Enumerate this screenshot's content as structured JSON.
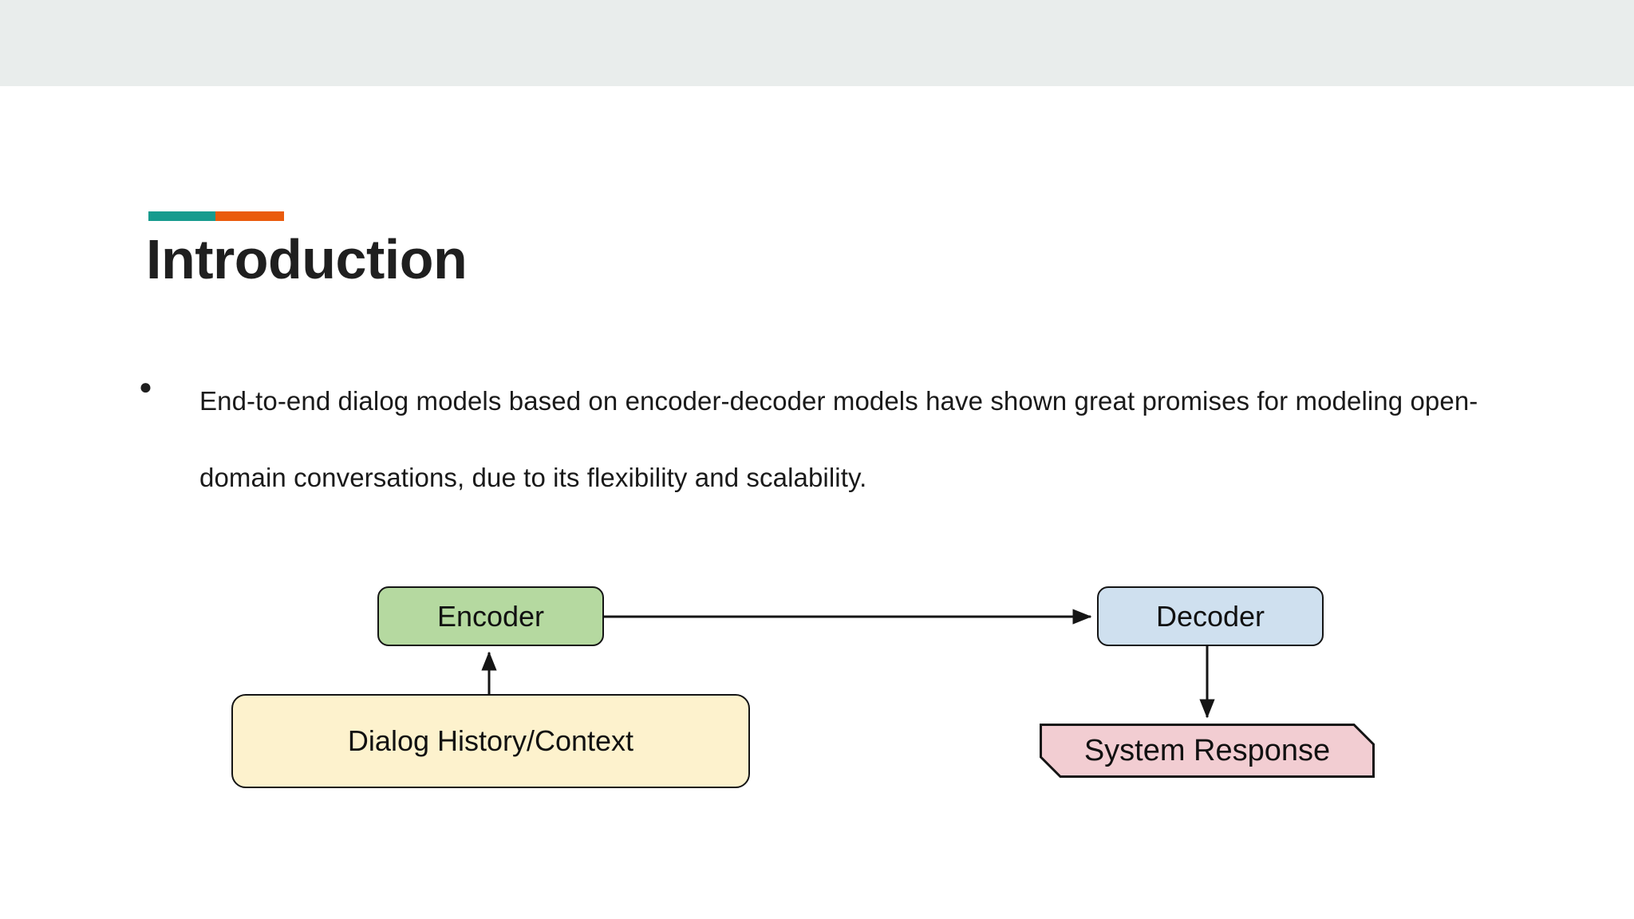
{
  "slide": {
    "title": "Introduction",
    "accent_colors": {
      "teal": "#179b8e",
      "orange": "#ea5b0c",
      "top_band": "#e9edec"
    }
  },
  "body": {
    "bullets": [
      {
        "marker": "●",
        "text": "End-to-end dialog models based on encoder-decoder models have shown great promises for modeling open-domain conversations, due to its flexibility and scalability."
      }
    ]
  },
  "diagram": {
    "nodes": [
      {
        "id": "encoder",
        "label": "Encoder",
        "fill": "#b5d9a0",
        "shape": "rounded-rect"
      },
      {
        "id": "decoder",
        "label": "Decoder",
        "fill": "#cfe0ef",
        "shape": "rounded-rect"
      },
      {
        "id": "dialog",
        "label": "Dialog History/Context",
        "fill": "#fdf2cd",
        "shape": "rounded-rect"
      },
      {
        "id": "response",
        "label": "System Response",
        "fill": "#f2cdd2",
        "shape": "chamfered-rect"
      }
    ],
    "edges": [
      {
        "from": "dialog",
        "to": "encoder",
        "direction": "up"
      },
      {
        "from": "encoder",
        "to": "decoder",
        "direction": "right"
      },
      {
        "from": "decoder",
        "to": "response",
        "direction": "down"
      }
    ]
  }
}
